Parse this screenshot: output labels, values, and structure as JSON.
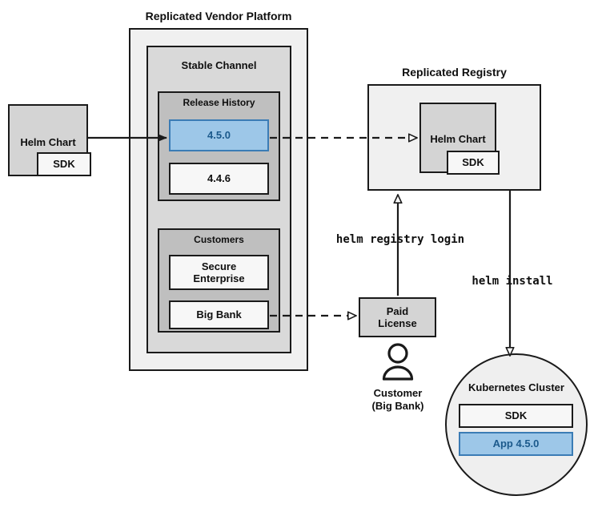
{
  "diagram": {
    "title_vendor_platform": "Replicated Vendor Platform",
    "title_registry": "Replicated Registry",
    "stable_channel": "Stable Channel",
    "release_history": "Release History",
    "customers": "Customers",
    "kubernetes_cluster": "Kubernetes Cluster"
  },
  "helm_chart_source": {
    "title": "Helm Chart",
    "sdk": "SDK"
  },
  "releases": [
    {
      "version": "4.5.0",
      "highlighted": true
    },
    {
      "version": "4.4.6",
      "highlighted": false
    }
  ],
  "customers": [
    {
      "name": "Secure\nEnterprise",
      "line1": "Secure",
      "line2": "Enterprise"
    },
    {
      "name": "Big Bank",
      "line1": "Big Bank",
      "line2": ""
    }
  ],
  "registry": {
    "helm_chart": "Helm Chart",
    "sdk": "SDK"
  },
  "license": {
    "line1": "Paid",
    "line2": "License"
  },
  "customer_actor": {
    "line1": "Customer",
    "line2": "(Big Bank)",
    "icon": "person-icon"
  },
  "cluster": {
    "title": "Kubernetes Cluster",
    "sdk": "SDK",
    "app": "App 4.5.0"
  },
  "commands": {
    "registry_login": "helm registry login",
    "install": "helm install"
  },
  "colors": {
    "accent_blue_fill": "#9dc7e8",
    "accent_blue_border": "#3b7cb5",
    "accent_blue_text": "#1c5a8c",
    "stroke": "#1a1a1a",
    "outer_fill": "#f0f0f0",
    "channel_fill": "#d9d9d9",
    "inner_fill": "#bfbfbf",
    "box_gray_fill": "#d4d4d4",
    "box_white_fill": "#f7f7f7"
  }
}
